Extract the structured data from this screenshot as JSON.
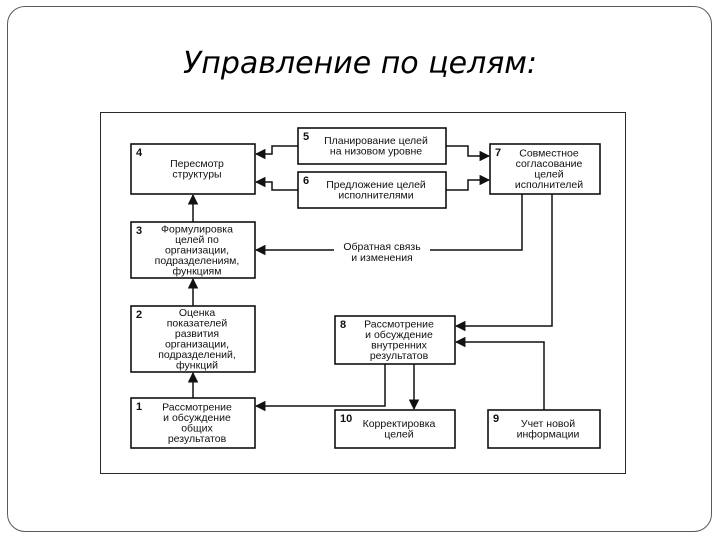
{
  "slide": {
    "title": "Управление по целям:"
  },
  "boxes": [
    {
      "id": "b5",
      "num": "5",
      "lines": [
        "Планирование целей",
        "на низовом уровне"
      ]
    },
    {
      "id": "b6",
      "num": "6",
      "lines": [
        "Предложение целей",
        "исполнителями"
      ]
    },
    {
      "id": "b4",
      "num": "4",
      "lines": [
        "Пересмотр",
        "структуры"
      ]
    },
    {
      "id": "b7",
      "num": "7",
      "lines": [
        "Совместное",
        "согласование",
        "целей",
        "исполнителей"
      ]
    },
    {
      "id": "b3",
      "num": "3",
      "lines": [
        "Формулировка",
        "целей по",
        "организации,",
        "подразделениям,",
        "функциям"
      ]
    },
    {
      "id": "b2",
      "num": "2",
      "lines": [
        "Оценка",
        "показателей",
        "развития",
        "организации,",
        "подразделений,",
        "функций"
      ]
    },
    {
      "id": "b8",
      "num": "8",
      "lines": [
        "Рассмотрение",
        "и обсуждение",
        "внутренних",
        "результатов"
      ]
    },
    {
      "id": "b1",
      "num": "1",
      "lines": [
        "Рассмотрение",
        "и обсуждение",
        "общих",
        "результатов"
      ]
    },
    {
      "id": "b10",
      "num": "10",
      "lines": [
        "Корректировка",
        "целей"
      ]
    },
    {
      "id": "b9",
      "num": "9",
      "lines": [
        "Учет новой",
        "информации"
      ]
    }
  ],
  "feedback_label": {
    "lines": [
      "Обратная связь",
      "и изменения"
    ]
  }
}
